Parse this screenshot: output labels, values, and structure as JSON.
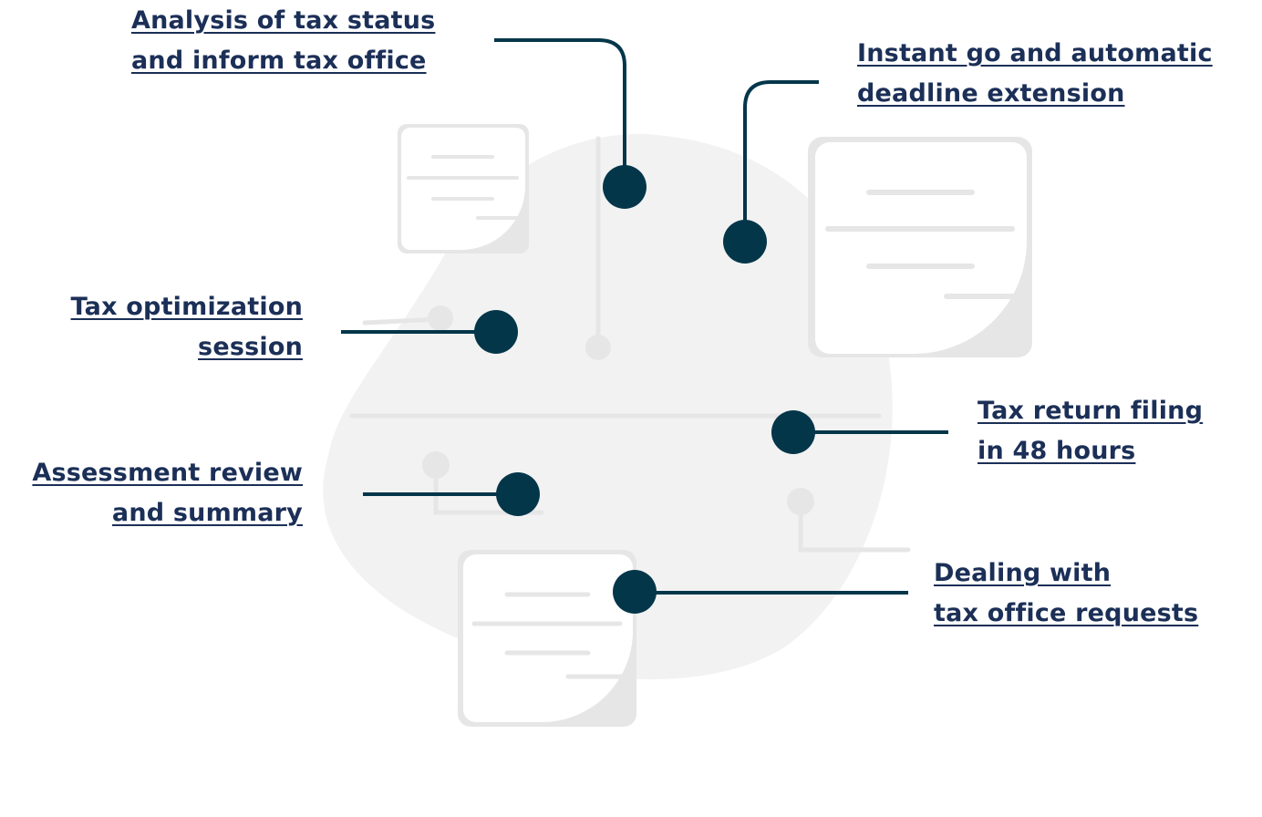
{
  "colors": {
    "text": "#1b2f57",
    "node": "#04364a",
    "connector": "#04364a",
    "blob": "#f2f2f2",
    "card_shadow": "#e6e6e6",
    "card_fill": "#ffffff",
    "card_lines": "#e6e6e6",
    "faint_lines": "#e6e6e6"
  },
  "features": [
    {
      "id": "analysis",
      "lines": [
        "Analysis of tax status",
        "and inform tax office"
      ]
    },
    {
      "id": "instant-go",
      "lines": [
        "Instant go and automatic",
        "deadline extension"
      ]
    },
    {
      "id": "optimization",
      "lines": [
        "Tax optimization",
        "session"
      ]
    },
    {
      "id": "return-filing",
      "lines": [
        "Tax return filing",
        "in 48 hours"
      ]
    },
    {
      "id": "assessment",
      "lines": [
        "Assessment review",
        "and summary"
      ]
    },
    {
      "id": "dealing",
      "lines": [
        "Dealing with",
        "tax office requests"
      ]
    }
  ]
}
